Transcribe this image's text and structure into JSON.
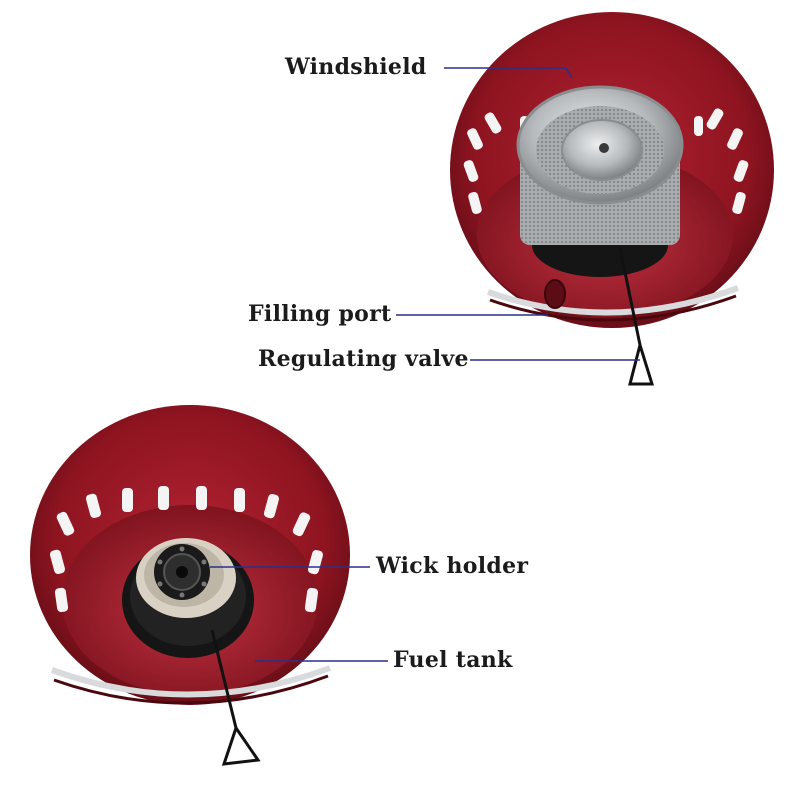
{
  "colors": {
    "body_red": "#8e1420",
    "body_red_light": "#c0303c",
    "body_red_dark": "#4e0a10",
    "metal": "#c9cbcd",
    "metal_dark": "#7a7d80",
    "black": "#141414",
    "leader_line": "#2a2f8f"
  },
  "top_figure": {
    "labels": {
      "windshield": "Windshield",
      "filling_port": "Filling port",
      "regulating_valve": "Regulating valve"
    }
  },
  "bottom_figure": {
    "labels": {
      "wick_holder": "Wick holder",
      "fuel_tank": "Fuel tank"
    }
  }
}
